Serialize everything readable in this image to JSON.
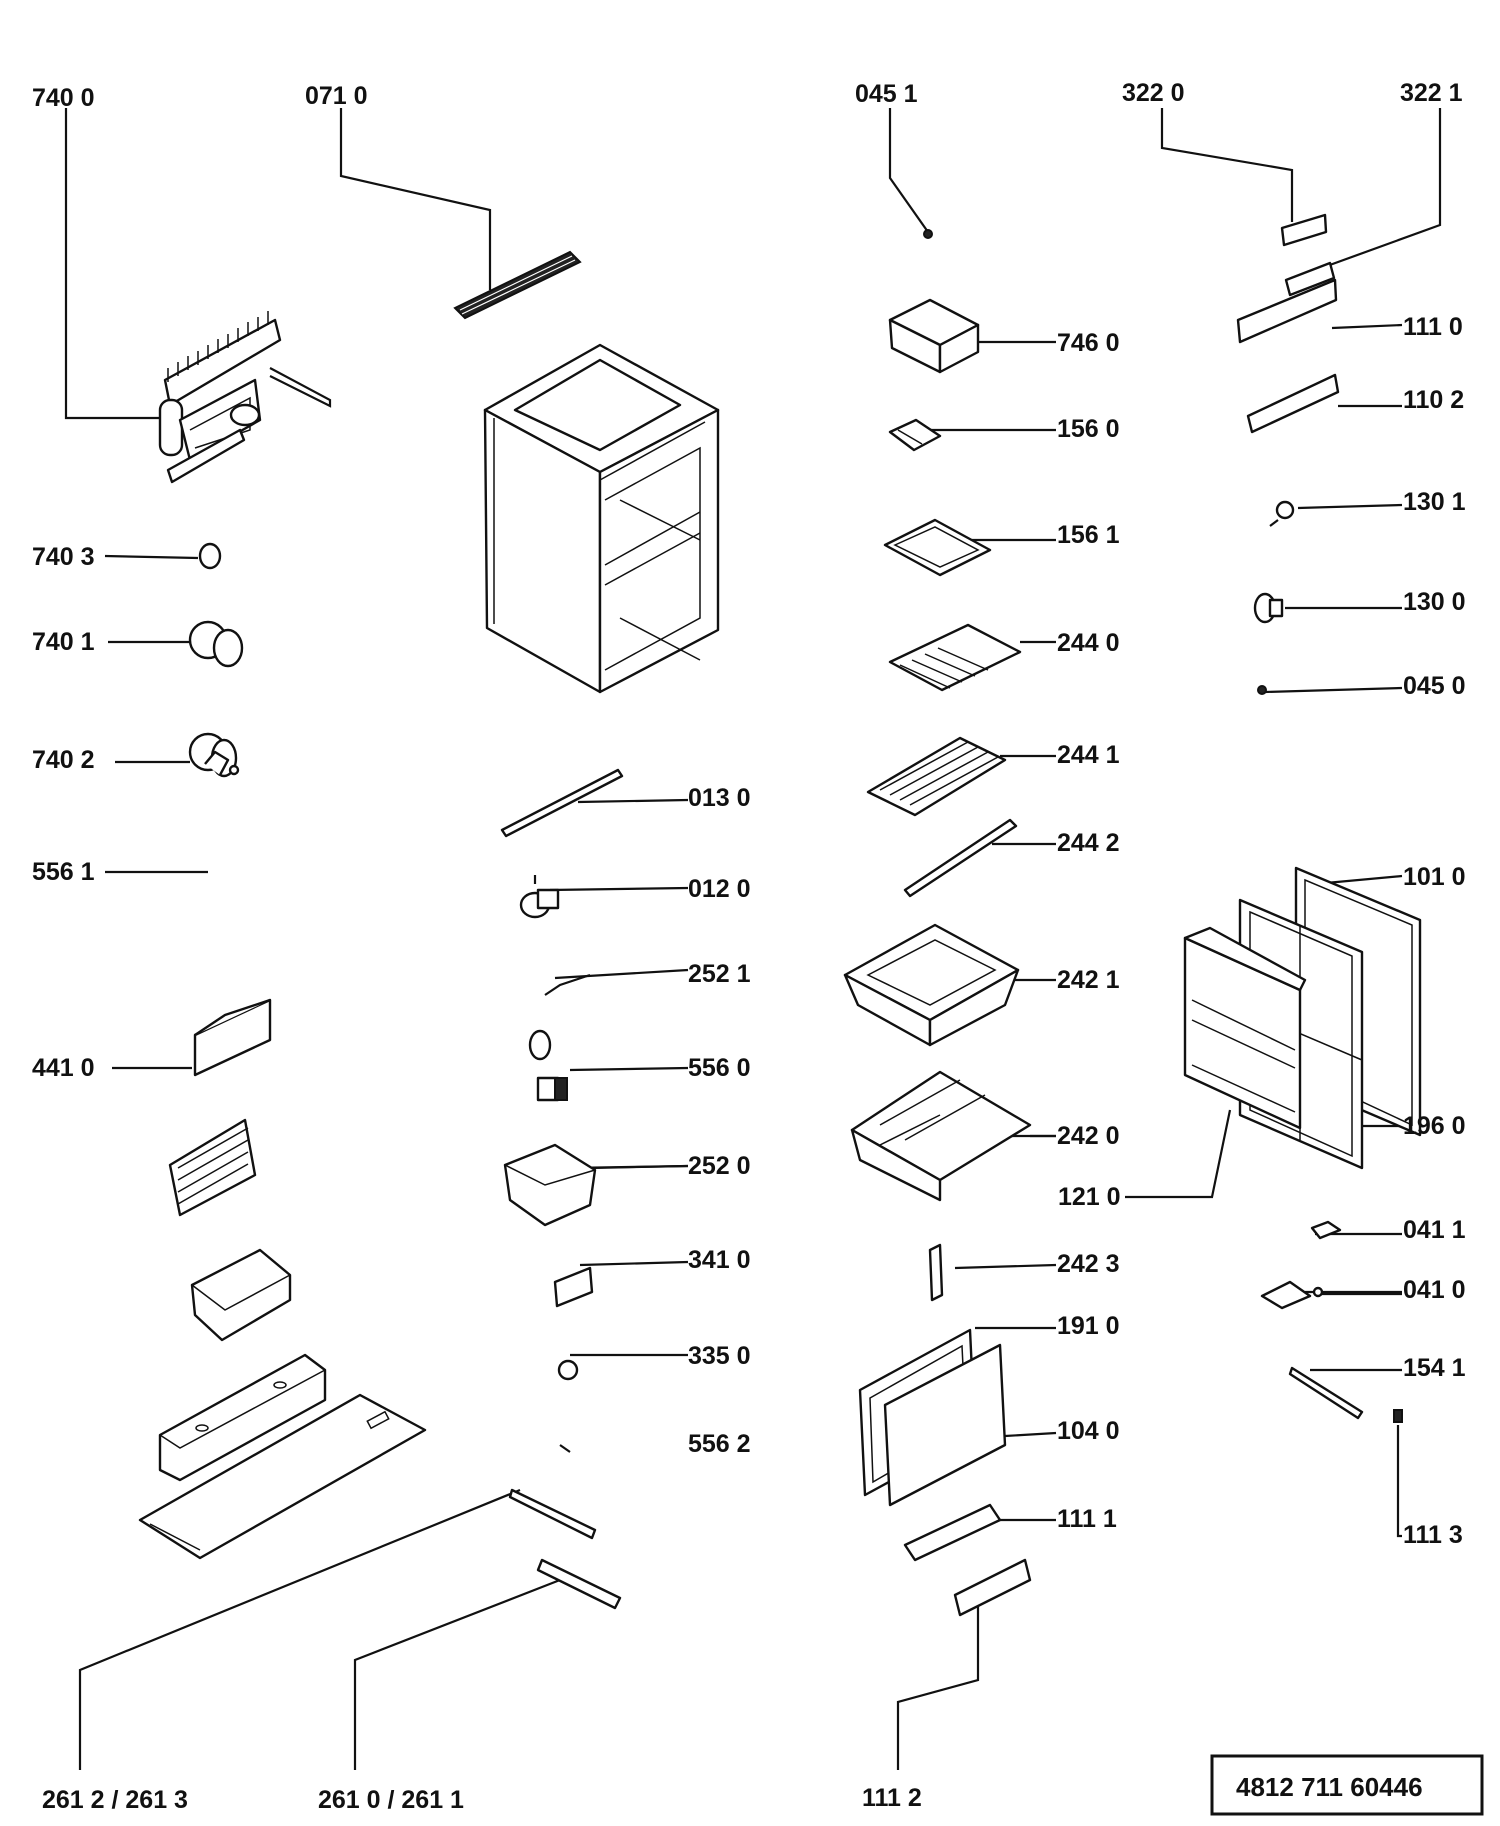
{
  "labels": {
    "740_0": "740 0",
    "071_0": "071 0",
    "045_1": "045 1",
    "322_0": "322 0",
    "322_1": "322 1",
    "746_0": "746 0",
    "111_0": "111 0",
    "110_2": "110  2",
    "156_0": "156 0",
    "156_1": "156 1",
    "130_1": "130 1",
    "130_0": "130 0",
    "244_0": "244 0",
    "045_0": "045 0",
    "740_3": "740 3",
    "740_1": "740 1",
    "740_2": "740 2",
    "244_1": "244 1",
    "013_0": "013 0",
    "244_2": "244 2",
    "556_1": "556 1",
    "101_0": "101 0",
    "012_0": "012 0",
    "252_1": "252 1",
    "242_1": "242 1",
    "441_0": "441 0",
    "556_0": "556 0",
    "196_0": "196 0",
    "242_0": "242 0",
    "252_0": "252 0",
    "121_0": "121 0",
    "041_1": "041 1",
    "341_0": "341 0",
    "242_3": "242 3",
    "041_0": "041 0",
    "191_0": "191 0",
    "335_0": "335 0",
    "154_1": "154 1",
    "104_0": "104 0",
    "556_2": "556 2",
    "111_1": "111 1",
    "111_3": "111 3",
    "261_2": "261 2 / 261  3",
    "261_0": "261 0  / 261  1",
    "111_2": "111  2"
  },
  "document_number": "4812   711   60446"
}
